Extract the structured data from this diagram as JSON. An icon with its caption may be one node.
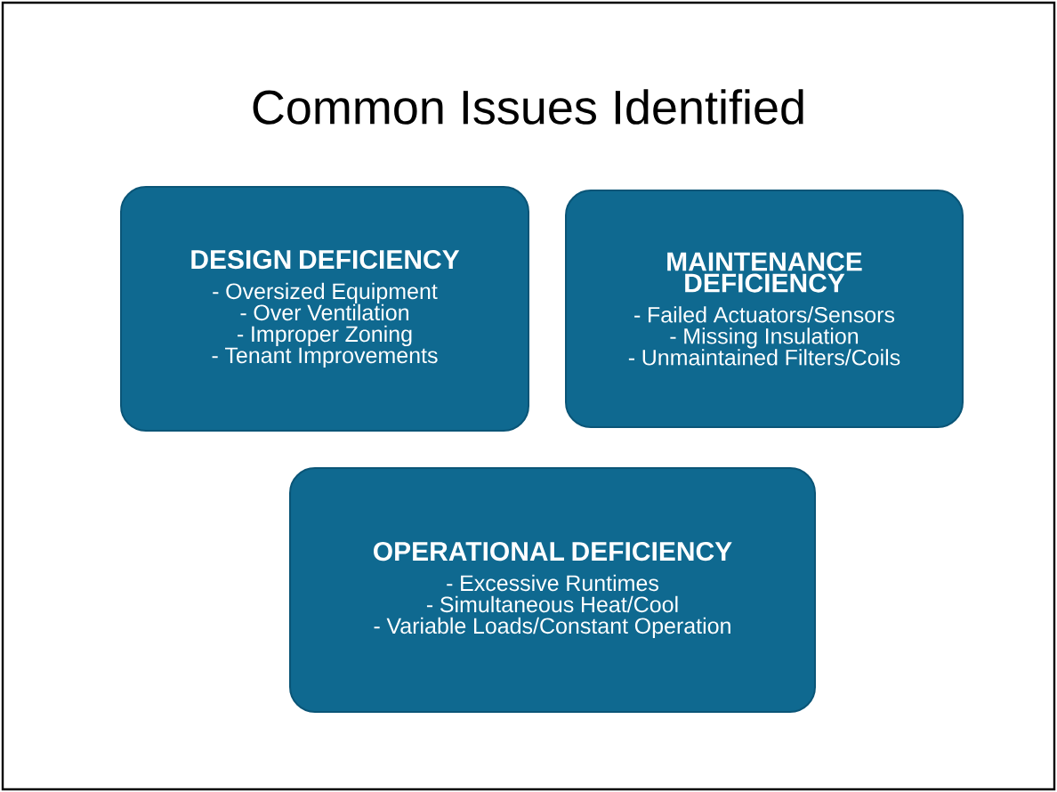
{
  "diagram": {
    "title": "Common Issues Identified",
    "nodes": [
      {
        "text": [
          "DESIGN DEFICIENCY",
          "- Oversized Equipment",
          "- Over Ventilation",
          "- Improper Zoning",
          "- Tenant Improvements"
        ]
      },
      {
        "text": [
          "MAINTENANCE DEFICIENCY",
          "- Failed Actuators/Sensors",
          "- Missing Insulation",
          "- Unmaintained Filters/Coils"
        ]
      },
      {
        "text": [
          "OPERATIONAL DEFICIENCY",
          "- Excessive Runtimes",
          "- Simultaneous Heat/Cool",
          "- Variable Loads/Constant Operation"
        ]
      }
    ]
  }
}
